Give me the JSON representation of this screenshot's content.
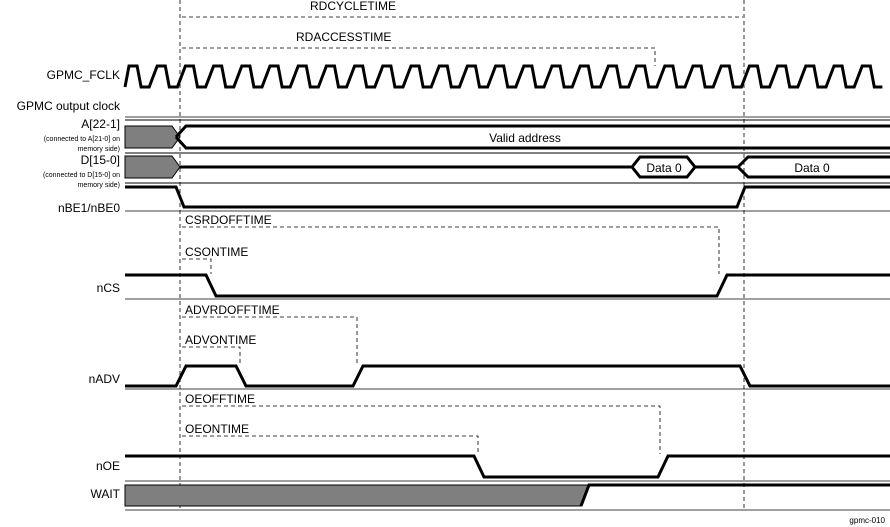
{
  "signals": {
    "gpmc_fclk": "GPMC_FCLK",
    "output_clock": "GPMC output clock",
    "address": "A[22-1]",
    "address_note_1": "(connected to A[21-0] on",
    "address_note_2": "memory side)",
    "data": "D[15-0]",
    "data_note_1": "(connected to D[15-0] on",
    "data_note_2": "memory side)",
    "nbe": "nBE1/nBE0",
    "ncs": "nCS",
    "nadv": "nADV",
    "noe": "nOE",
    "wait": "WAIT"
  },
  "bus_values": {
    "valid_address": "Valid address",
    "data0_first": "Data 0",
    "data0_second": "Data 0"
  },
  "timing_params": {
    "rdcycletime": "RDCYCLETIME",
    "rdaccesstime": "RDACCESSTIME",
    "csrdofftime": "CSRDOFFTIME",
    "csontime": "CSONTIME",
    "advrdofftime": "ADVRDOFFTIME",
    "advontime": "ADVONTIME",
    "oeofftime": "OEOFFTIME",
    "oeontime": "OEONTIME"
  },
  "figure_id": "gpmc-010",
  "colors": {
    "line": "#000000",
    "undefined_fill": "#7f7f7f",
    "background": "#ffffff"
  }
}
